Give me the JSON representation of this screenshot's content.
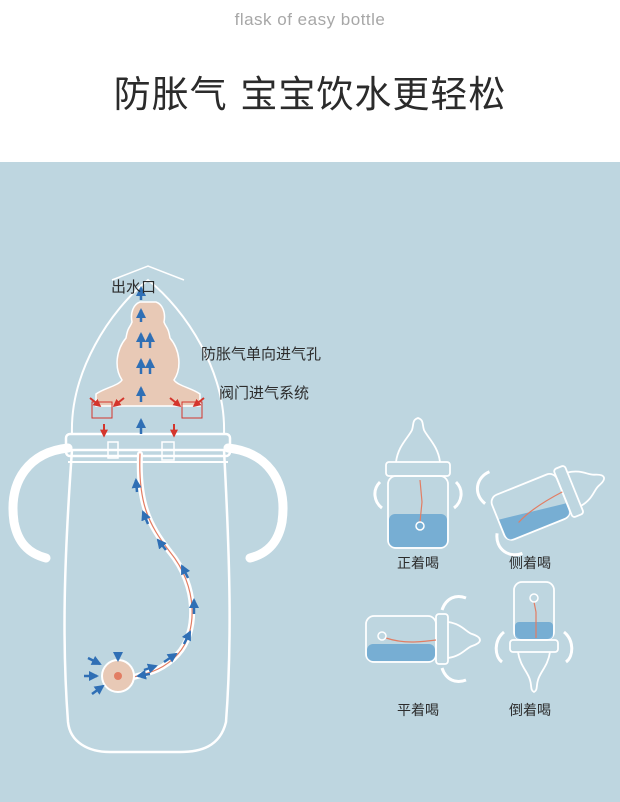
{
  "header": {
    "subtitle": "flask of easy bottle",
    "title": "防胀气 宝宝饮水更轻松"
  },
  "diagram": {
    "outlet_label": "出水口",
    "valve_labels": [
      "防胀气单向进气孔",
      "阀门进气系统"
    ],
    "positions": [
      "正着喝",
      "侧着喝",
      "平着喝",
      "倒着喝"
    ]
  },
  "colors": {
    "panel_bg": "#bed6e0",
    "bottle_outline": "#ffffff",
    "nipple": "#e8c9b6",
    "flow_arrow": "#2f6fb5",
    "valve_arrow": "#d4352c",
    "water": "#3d8ec9",
    "straw": "#e27d63"
  }
}
